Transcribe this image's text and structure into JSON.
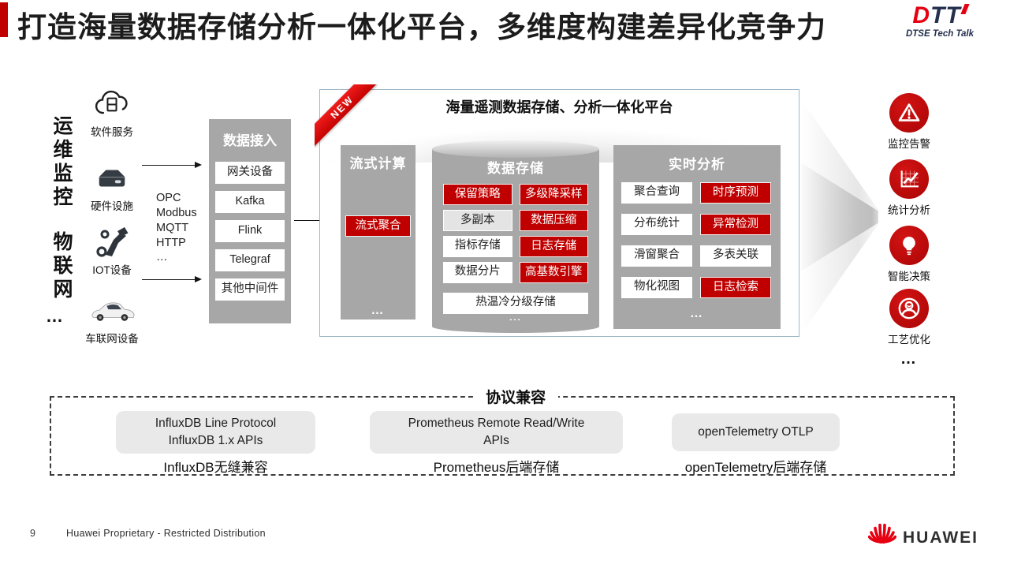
{
  "header": {
    "title": "打造海量数据存储分析一体化平台，多维度构建差异化竞争力",
    "logo": {
      "d": "D",
      "tt": "TT",
      "subtitle": "DTSE Tech Talk"
    }
  },
  "left": {
    "group1_label": "运维监控",
    "group2_label": "物联网",
    "ellipsis": "…",
    "sources": [
      {
        "icon": "cloud-software-icon",
        "label": "软件服务"
      },
      {
        "icon": "hardware-icon",
        "label": "硬件设施"
      },
      {
        "icon": "iot-device-icon",
        "label": "IOT设备"
      },
      {
        "icon": "connected-car-icon",
        "label": "车联网设备"
      }
    ],
    "protocols": [
      "OPC",
      "Modbus",
      "MQTT",
      "HTTP",
      "…"
    ]
  },
  "ingest": {
    "title": "数据接入",
    "items": [
      "网关设备",
      "Kafka",
      "Flink",
      "Telegraf",
      "其他中间件"
    ]
  },
  "platform": {
    "badge": "NEW",
    "title": "海量遥测数据存储、分析一体化平台",
    "stream": {
      "title": "流式计算",
      "box": "流式聚合",
      "ellipsis": "…"
    },
    "storage": {
      "title": "数据存储",
      "rows": [
        [
          {
            "label": "保留策略",
            "style": "red"
          },
          {
            "label": "多级降采样",
            "style": "red"
          }
        ],
        [
          {
            "label": "多副本",
            "style": "light"
          },
          {
            "label": "数据压缩",
            "style": "red"
          }
        ],
        [
          {
            "label": "指标存储",
            "style": "white"
          },
          {
            "label": "日志存储",
            "style": "red"
          }
        ],
        [
          {
            "label": "数据分片",
            "style": "white"
          },
          {
            "label": "高基数引擎",
            "style": "red"
          }
        ]
      ],
      "full_row": {
        "label": "热温冷分级存储",
        "style": "white"
      },
      "ellipsis": "…"
    },
    "analysis": {
      "title": "实时分析",
      "rows": [
        [
          {
            "label": "聚合查询",
            "style": "white"
          },
          {
            "label": "时序预测",
            "style": "red"
          }
        ],
        [
          {
            "label": "分布统计",
            "style": "white"
          },
          {
            "label": "异常检测",
            "style": "red"
          }
        ],
        [
          {
            "label": "滑窗聚合",
            "style": "white"
          },
          {
            "label": "多表关联",
            "style": "white"
          }
        ],
        [
          {
            "label": "物化视图",
            "style": "white"
          },
          {
            "label": "日志检索",
            "style": "red"
          }
        ]
      ],
      "ellipsis": "…"
    }
  },
  "outcomes": {
    "items": [
      {
        "icon": "alert-icon",
        "label": "监控告警"
      },
      {
        "icon": "chart-icon",
        "label": "统计分析"
      },
      {
        "icon": "bulb-icon",
        "label": "智能决策"
      },
      {
        "icon": "person-icon",
        "label": "工艺优化"
      }
    ],
    "ellipsis": "…"
  },
  "compat": {
    "title": "协议兼容",
    "cards": [
      {
        "line1": "InfluxDB Line Protocol",
        "line2": "InfluxDB 1.x APIs",
        "caption": "InfluxDB无缝兼容"
      },
      {
        "line1": "Prometheus Remote Read/Write",
        "line2": "APIs",
        "caption": "Prometheus后端存储"
      },
      {
        "line1": "openTelemetry OTLP",
        "line2": "",
        "caption": "openTelemetry后端存储"
      }
    ]
  },
  "footer": {
    "page": "9",
    "note": "Huawei Proprietary - Restricted Distribution",
    "brand": "HUAWEI"
  },
  "colors": {
    "accent_red": "#c00000",
    "panel_gray": "#a7a7a7",
    "platform_border": "#9cb6c6",
    "logo_red": "#e60012",
    "logo_navy": "#25304e"
  }
}
